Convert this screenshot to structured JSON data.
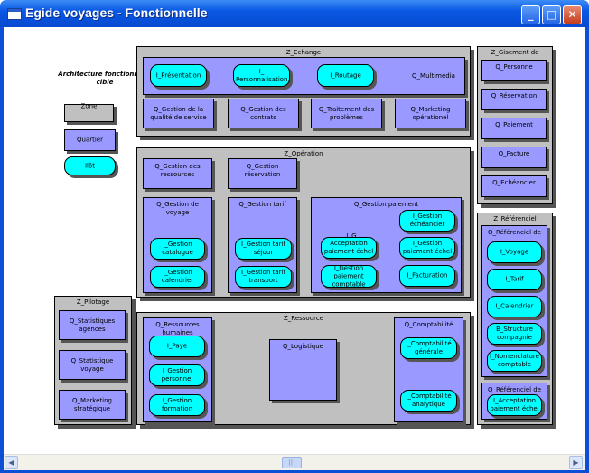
{
  "window": {
    "title": "Egide voyages - Fonctionnelle"
  },
  "legend": {
    "title": "Architecture fonctionnelle cible",
    "zone": "Zone",
    "quartier": "Quartier",
    "ilot": "Ilôt"
  },
  "echange": {
    "title": "Z_Echange",
    "multimedia": "Q_Multimédia",
    "presentation": "I_Présentation",
    "personnalisation": "I_ Personnalisation",
    "routage": "I_Routage",
    "gestion_qualite": "Q_Gestion de la qualité de service",
    "gestion_contrats": "Q_Gestion des contrats",
    "traitement_problemes": "Q_Traitement des problèmes",
    "marketing_operationnel": "Q_Marketing opérationel"
  },
  "gisement": {
    "title": "Z_Gisement de",
    "personne": "Q_Personne",
    "reservation": "Q_Réservation",
    "paiement": "Q_Paiement",
    "facture": "Q_Facture",
    "echeancier": "Q_Echéancier"
  },
  "operation": {
    "title": "Z_Opération",
    "gestion_ressources": "Q_Gestion des ressources",
    "gestion_reservation": "Q_Gestion réservation",
    "gestion_voyage": "Q_Gestion de voyage",
    "gestion_catalogue": "I_Gestion catalogue",
    "gestion_calendrier": "I_Gestion calendrier",
    "gestion_tarif": "Q_Gestion tarif",
    "gestion_tarif_sejour": "I_Gestion tarif séjour",
    "gestion_tarif_transport": "I_Gestion tarif transport",
    "gestion_paiement": "Q_Gestion paiement",
    "gestion_echeancier": "I_Gestion échéancier",
    "acceptation_prefix": "I_G",
    "acceptation_paiement": "Acceptation paiement échel",
    "gestion_paiement_echel": "I_Gestion paiement échel",
    "gestion_paiement_comptable": "I_Gestion paiement comptable",
    "facturation": "I_Facturation"
  },
  "referentiel": {
    "title": "Z_Référenciel",
    "ref_de_1": "Q_Référenciel de",
    "voyage": "I_Voyage",
    "tarif": "I_Tarif",
    "calendrier": "I_Calendrier",
    "structure_compagnie": "B_Structure compagnie",
    "nomenclature_comptable": "I_Nomenclature comptable",
    "ref_de_2": "Q_Référenciel de",
    "acceptation_paiement": "I_Acceptation paiement échel"
  },
  "pilotage": {
    "title": "Z_Pilotage",
    "statistiques_agences": "Q_Statistiques agences",
    "statistique_voyage": "Q_Statistique voyage",
    "marketing_strategique": "Q_Marketing stratégique"
  },
  "ressource": {
    "title": "Z_Ressource",
    "ressources_humaines": "Q_Ressources humaines",
    "paye": "I_Paye",
    "gestion_personnel": "I_Gestion personnel",
    "gestion_formation": "I_Gestion formation",
    "logistique": "Q_Logistique",
    "comptabilite": "Q_Comptabilité",
    "comptabilite_generale": "I_Comptabilité générale",
    "comptabilite_analytique": "I_Comptabilité analytique"
  },
  "colors": {
    "zone": "#c0c0c0",
    "quartier": "#9999ff",
    "ilot": "#00ffff",
    "titlebar": "#0a58e4"
  }
}
